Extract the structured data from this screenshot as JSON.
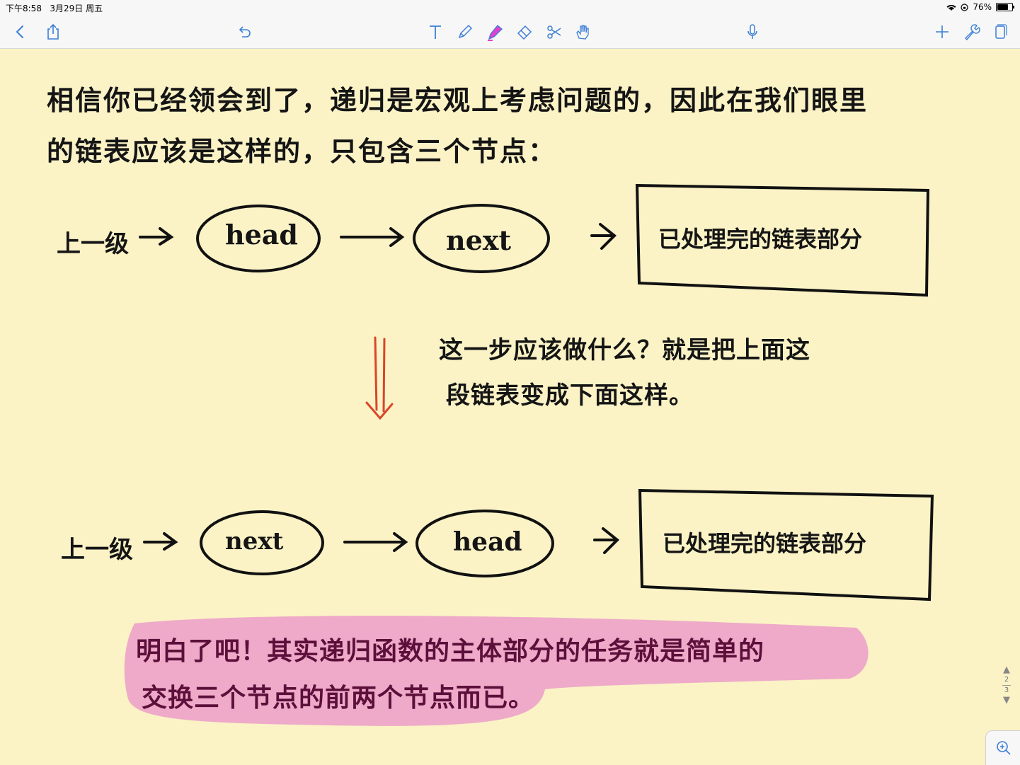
{
  "status": {
    "time": "下午8:58",
    "date": "3月29日 周五",
    "battery_percent": "76%",
    "battery_level": 0.76
  },
  "toolbar": {
    "left_icons": [
      "chevron-left-icon",
      "share-icon",
      "undo-icon"
    ],
    "tool_icons": [
      "text-tool-icon",
      "pen-icon",
      "highlighter-icon",
      "eraser-icon",
      "lasso-scissors-icon",
      "hand-icon"
    ],
    "right_icons": [
      "microphone-icon",
      "plus-icon",
      "wrench-icon",
      "pages-icon"
    ],
    "highlighter_color": "#e23fd0"
  },
  "note": {
    "line1": "相信你已经领会到了，递归是宏观上考虑问题的，因此在我们眼里",
    "line2": "的链表应该是这样的，只包含三个节点：",
    "top_diagram": {
      "upper_level": "上一级",
      "node1": "head",
      "node2": "next",
      "processed": "已处理完的链表部分"
    },
    "middle_note": {
      "line1": "这一步应该做什么？就是把上面这",
      "line2": "段链表变成下面这样。"
    },
    "bottom_diagram": {
      "upper_level": "上一级",
      "node1": "next",
      "node2": "head",
      "processed": "已处理完的链表部分"
    },
    "conclusion": {
      "line1": "明白了吧！其实递归函数的主体部分的任务就是简单的",
      "line2": "交换三个节点的前两个节点而已。"
    },
    "colors": {
      "paper": "#fbf3c6",
      "ink": "#151515",
      "arrow_red": "#d9452a",
      "highlight_pink": "#eeaac8"
    }
  },
  "pager": {
    "current": "2",
    "total": "3"
  }
}
